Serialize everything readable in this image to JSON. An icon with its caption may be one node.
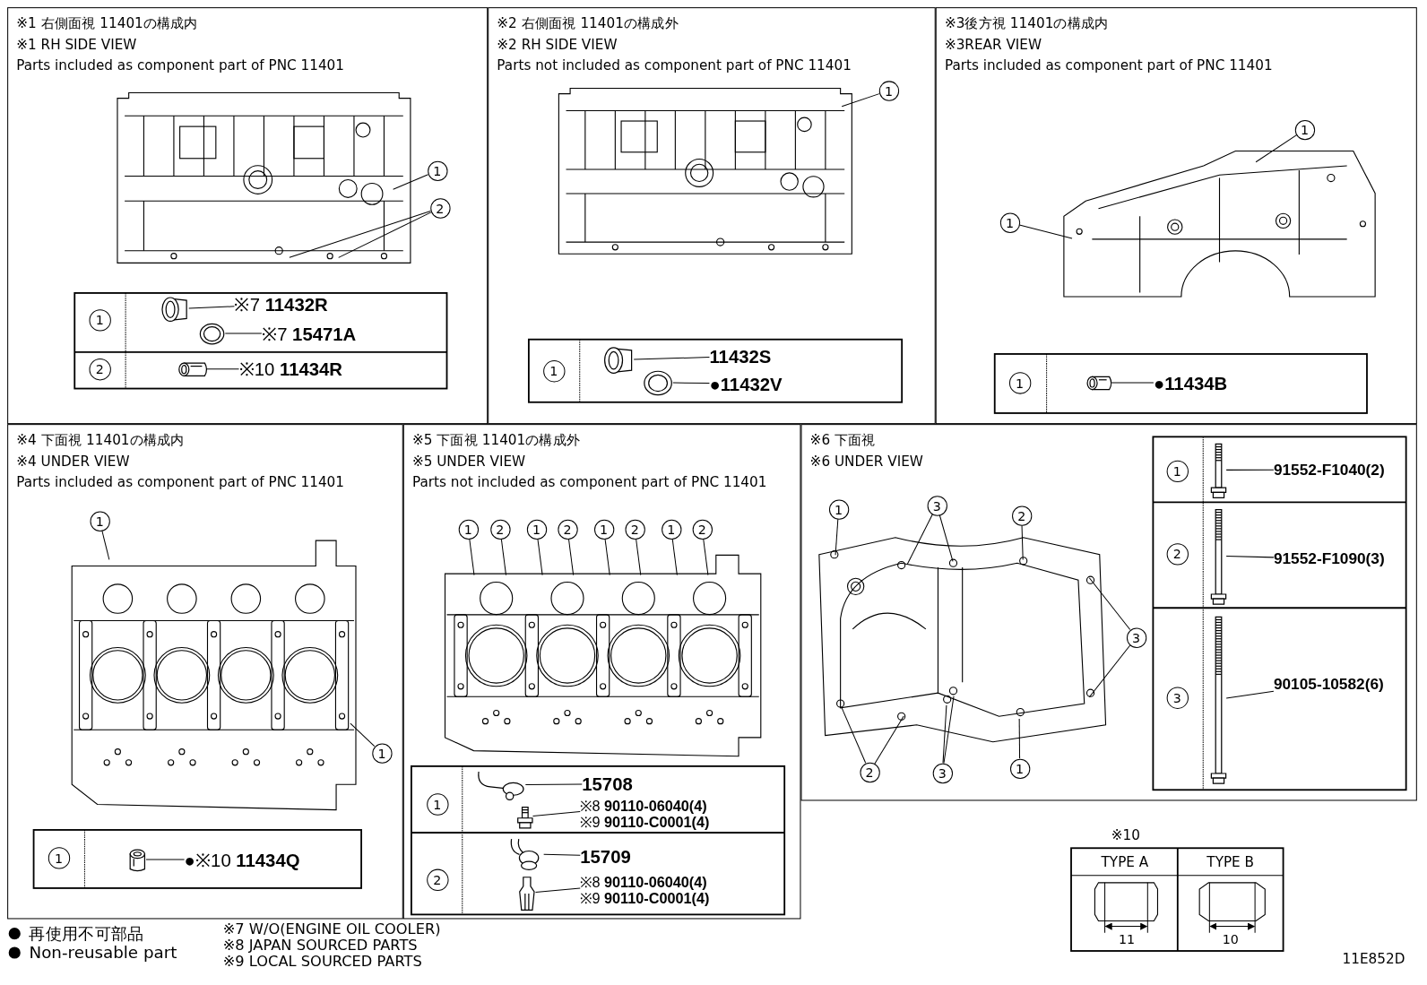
{
  "diagram": {
    "nodes": [
      {
        "text": [
          "※1 右側面視 11401の構成内",
          "※1 RH SIDE VIEW",
          "Parts included as component part of PNC 11401"
        ]
      },
      {
        "text": [],
        "shape": "picture",
        "in": 0
      },
      {
        "text": [
          "1"
        ],
        "in": 0
      },
      {
        "text": [
          "2"
        ],
        "in": 0
      },
      {
        "text": [
          "1"
        ],
        "in": 0
      },
      {
        "text": [],
        "shape": "picture",
        "in": 0
      },
      {
        "text": [],
        "shape": "picture",
        "in": 0
      },
      {
        "text": [
          "※7 **11432R**"
        ],
        "in": 0
      },
      {
        "text": [
          "※7 **15471A**"
        ],
        "in": 0
      },
      {
        "text": [
          "2"
        ],
        "in": 0
      },
      {
        "text": [],
        "shape": "picture",
        "in": 0
      },
      {
        "text": [
          "※10 **11434R**"
        ],
        "in": 0
      },
      {
        "text": [
          "※2 右側面視 11401の構成外",
          "※2 RH SIDE VIEW",
          "Parts not included as component part of PNC 11401"
        ]
      },
      {
        "text": [],
        "shape": "picture",
        "in": 12
      },
      {
        "text": [
          "1"
        ],
        "in": 12
      },
      {
        "text": [
          "1"
        ],
        "in": 12
      },
      {
        "text": [],
        "shape": "picture",
        "in": 12
      },
      {
        "text": [],
        "shape": "picture",
        "in": 12
      },
      {
        "text": [
          "11432S"
        ],
        "in": 12
      },
      {
        "text": [
          "●11432V"
        ],
        "in": 12
      },
      {
        "text": [
          "※3後方視 11401の構成内",
          "※3REAR VIEW",
          "Parts included as component part of PNC 11401"
        ]
      },
      {
        "text": [],
        "shape": "picture",
        "in": 20
      },
      {
        "text": [
          "1"
        ],
        "in": 20
      },
      {
        "text": [
          "1"
        ],
        "in": 20
      },
      {
        "text": [
          "1"
        ],
        "in": 20
      },
      {
        "text": [],
        "shape": "picture",
        "in": 20
      },
      {
        "text": [
          "●11434B"
        ],
        "in": 20
      },
      {
        "text": [
          "※4 下面視 11401の構成内",
          "※4 UNDER VIEW",
          "Parts included as component part of PNC 11401"
        ]
      },
      {
        "text": [],
        "shape": "picture",
        "in": 27
      },
      {
        "text": [
          "1"
        ],
        "in": 27
      },
      {
        "text": [
          "1"
        ],
        "in": 27
      },
      {
        "text": [
          "1"
        ],
        "in": 27
      },
      {
        "text": [],
        "shape": "picture",
        "in": 27
      },
      {
        "text": [
          "●※10 **11434Q**"
        ],
        "in": 27
      },
      {
        "text": [
          "※5 下面視 11401の構成外",
          "※5 UNDER VIEW",
          "Parts not included as component part of PNC 11401"
        ]
      },
      {
        "text": [],
        "shape": "picture",
        "in": 34
      },
      {
        "text": [
          "1"
        ],
        "in": 34
      },
      {
        "text": [
          "2"
        ],
        "in": 34
      },
      {
        "text": [
          "1"
        ],
        "in": 34
      },
      {
        "text": [
          "2"
        ],
        "in": 34
      },
      {
        "text": [
          "1"
        ],
        "in": 34
      },
      {
        "text": [
          "2"
        ],
        "in": 34
      },
      {
        "text": [
          "1"
        ],
        "in": 34
      },
      {
        "text": [
          "2"
        ],
        "in": 34
      },
      {
        "text": [
          "1"
        ],
        "in": 34
      },
      {
        "text": [],
        "shape": "picture",
        "in": 34
      },
      {
        "text": [],
        "shape": "picture",
        "in": 34
      },
      {
        "text": [
          "15708"
        ],
        "in": 34
      },
      {
        "text": [
          "※8 **90110-06040(4)**"
        ],
        "in": 34
      },
      {
        "text": [
          "※9 **90110-C0001(4)**"
        ],
        "in": 34
      },
      {
        "text": [
          "2"
        ],
        "in": 34
      },
      {
        "text": [],
        "shape": "picture",
        "in": 34
      },
      {
        "text": [],
        "shape": "picture",
        "in": 34
      },
      {
        "text": [
          "15709"
        ],
        "in": 34
      },
      {
        "text": [
          "※8 **90110-06040(4)**"
        ],
        "in": 34
      },
      {
        "text": [
          "※9 **90110-C0001(4)**"
        ],
        "in": 34
      },
      {
        "text": [
          "※6 下面視",
          "※6 UNDER VIEW"
        ]
      },
      {
        "text": [],
        "shape": "picture",
        "in": 56
      },
      {
        "text": [
          "1"
        ],
        "in": 56
      },
      {
        "text": [
          "3"
        ],
        "in": 56
      },
      {
        "text": [
          "2"
        ],
        "in": 56
      },
      {
        "text": [
          "3"
        ],
        "in": 56
      },
      {
        "text": [
          "2"
        ],
        "in": 56
      },
      {
        "text": [
          "3"
        ],
        "in": 56
      },
      {
        "text": [
          "1"
        ],
        "in": 56
      },
      {
        "text": [
          "1"
        ],
        "in": 56
      },
      {
        "text": [],
        "shape": "picture",
        "in": 56
      },
      {
        "text": [
          "91552-F1040(2)"
        ],
        "in": 56
      },
      {
        "text": [
          "2"
        ],
        "in": 56
      },
      {
        "text": [],
        "shape": "picture",
        "in": 56
      },
      {
        "text": [
          "91552-F1090(3)"
        ],
        "in": 56
      },
      {
        "text": [
          "3"
        ],
        "in": 56
      },
      {
        "text": [],
        "shape": "picture",
        "in": 56
      },
      {
        "text": [
          "90105-10582(6)"
        ],
        "in": 56
      }
    ],
    "edges": [
      {
        "from": 2,
        "to": 1,
        "arrow": "none"
      },
      {
        "from": 3,
        "to": 1,
        "arrow": "none"
      },
      {
        "from": 3,
        "to": 1,
        "arrow": "none"
      },
      {
        "from": 7,
        "to": 5,
        "arrow": "none"
      },
      {
        "from": 8,
        "to": 6,
        "arrow": "none"
      },
      {
        "from": 11,
        "to": 10,
        "arrow": "none"
      },
      {
        "from": 14,
        "to": 13,
        "arrow": "none"
      },
      {
        "from": 18,
        "to": 16,
        "arrow": "none"
      },
      {
        "from": 19,
        "to": 17,
        "arrow": "none"
      },
      {
        "from": 22,
        "to": 21,
        "arrow": "none"
      },
      {
        "from": 23,
        "to": 21,
        "arrow": "none"
      },
      {
        "from": 26,
        "to": 25,
        "arrow": "none"
      },
      {
        "from": 29,
        "to": 28,
        "arrow": "none"
      },
      {
        "from": 30,
        "to": 28,
        "arrow": "none"
      },
      {
        "from": 33,
        "to": 32,
        "arrow": "none"
      },
      {
        "from": 36,
        "to": 35,
        "arrow": "none"
      },
      {
        "from": 37,
        "to": 35,
        "arrow": "none"
      },
      {
        "from": 38,
        "to": 35,
        "arrow": "none"
      },
      {
        "from": 39,
        "to": 35,
        "arrow": "none"
      },
      {
        "from": 40,
        "to": 35,
        "arrow": "none"
      },
      {
        "from": 41,
        "to": 35,
        "arrow": "none"
      },
      {
        "from": 42,
        "to": 35,
        "arrow": "none"
      },
      {
        "from": 43,
        "to": 35,
        "arrow": "none"
      },
      {
        "from": 47,
        "to": 45,
        "arrow": "none"
      },
      {
        "from": 48,
        "to": 46,
        "arrow": "none"
      },
      {
        "from": 53,
        "to": 51,
        "arrow": "none"
      },
      {
        "from": 54,
        "to": 52,
        "arrow": "none"
      },
      {
        "from": 58,
        "to": 57,
        "arrow": "none"
      },
      {
        "from": 59,
        "to": 57,
        "arrow": "none"
      },
      {
        "from": 59,
        "to": 57,
        "arrow": "none"
      },
      {
        "from": 60,
        "to": 57,
        "arrow": "none"
      },
      {
        "from": 61,
        "to": 57,
        "arrow": "none"
      },
      {
        "from": 61,
        "to": 57,
        "arrow": "none"
      },
      {
        "from": 62,
        "to": 57,
        "arrow": "none"
      },
      {
        "from": 62,
        "to": 57,
        "arrow": "none"
      },
      {
        "from": 63,
        "to": 57,
        "arrow": "none"
      },
      {
        "from": 63,
        "to": 57,
        "arrow": "none"
      },
      {
        "from": 64,
        "to": 57,
        "arrow": "none"
      },
      {
        "from": 67,
        "to": 66,
        "arrow": "none"
      },
      {
        "from": 70,
        "to": 69,
        "arrow": "none"
      },
      {
        "from": 73,
        "to": 72,
        "arrow": "none"
      }
    ],
    "labels": [
      "※10",
      "TYPE A",
      "TYPE B",
      "11",
      "10",
      "※7 W/O(ENGINE OIL COOLER)",
      "※8 JAPAN SOURCED PARTS",
      "※9 LOCAL SOURCED PARTS",
      "11E852D"
    ],
    "legend": [
      {
        "text": "再使用不可部品"
      },
      {
        "text": "Non-reusable part"
      }
    ]
  }
}
